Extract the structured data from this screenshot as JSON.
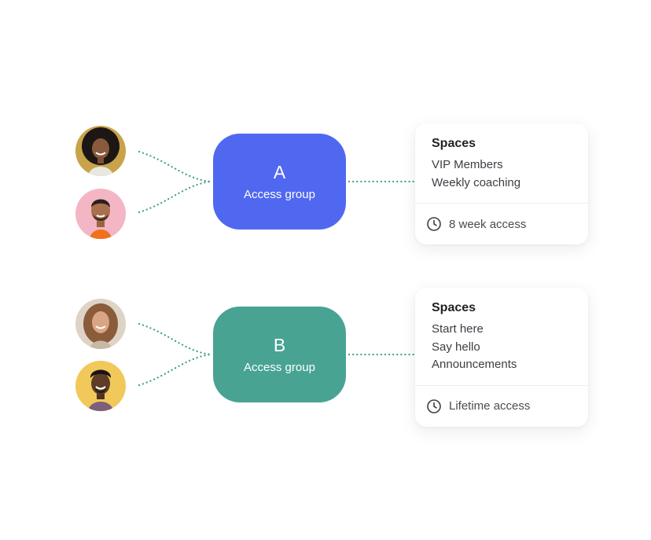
{
  "colors": {
    "group_a": "#5068f0",
    "group_b": "#48a393",
    "connector": "#3f9e8a"
  },
  "groups": [
    {
      "letter": "A",
      "label": "Access group",
      "members": [
        "avatar-woman-curly-hair",
        "avatar-man-pink-bg"
      ],
      "spaces": {
        "heading": "Spaces",
        "items": [
          "VIP Members",
          "Weekly coaching"
        ],
        "access": "8 week access",
        "access_icon": "clock-icon"
      }
    },
    {
      "letter": "B",
      "label": "Access group",
      "members": [
        "avatar-woman-wavy-hair",
        "avatar-man-yellow-bg"
      ],
      "spaces": {
        "heading": "Spaces",
        "items": [
          "Start here",
          "Say hello",
          "Announcements"
        ],
        "access": "Lifetime access",
        "access_icon": "clock-icon"
      }
    }
  ]
}
